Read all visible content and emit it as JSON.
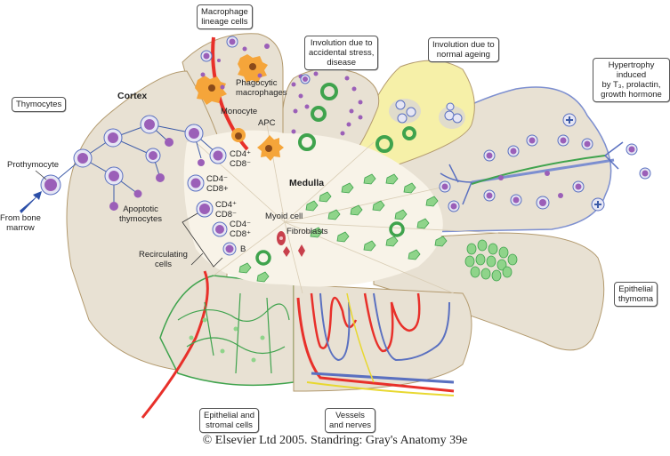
{
  "figure": {
    "caption": "© Elsevier Ltd 2005. Standring: Gray's Anatomy 39e",
    "boxed_labels": {
      "macrophage_lineage": "Macrophage\nlineage cells",
      "thymocytes": "Thymocytes",
      "involution_stress": "Involution due to\naccidental stress,\ndisease",
      "involution_ageing": "Involution due to\nnormal ageing",
      "hypertrophy": "Hypertrophy induced\nby T₃, prolactin,\ngrowth hormone",
      "epithelial_thymoma": "Epithelial\nthymoma",
      "epithelial_stromal": "Epithelial and\nstromal cells",
      "vessels_nerves": "Vessels\nand nerves"
    },
    "region_labels": {
      "cortex": "Cortex",
      "medulla": "Medulla"
    },
    "cell_labels": {
      "prothymocyte": "Prothymocyte",
      "from_bone_marrow": "From bone\nmarrow",
      "apoptotic_thymocytes": "Apoptotic\nthymocytes",
      "phagocytic_macrophages": "Phagocytic\nmacrophages",
      "monocyte": "Monocyte",
      "apc": "APC",
      "cd4p_cd8m_1": "CD4⁺\nCD8⁻",
      "cd4m_cd8p_1": "CD4⁻\nCD8+",
      "cd4p_cd8m_2": "CD4⁺\nCD8⁻",
      "cd4m_cd8p_2": "CD4⁻\nCD8⁺",
      "b_cell": "B",
      "recirculating_cells": "Recirculating\ncells",
      "myoid_cell": "Myoid cell",
      "fibroblasts": "Fibroblasts"
    },
    "colors": {
      "lobe_fill": "#e8e1d3",
      "lobe_outline": "#b39a6e",
      "medulla_fill": "#f8f3e8",
      "ageing_fill": "#f6f0a8",
      "thymocyte_ring": "#e6e6f4",
      "thymocyte_nucleus": "#9b5fb8",
      "link_line": "#3d5ba8",
      "epithelial_green": "#3fa34d",
      "epithelial_light": "#8fd48a",
      "artery_red": "#e8302a",
      "vein_blue": "#5a70c0",
      "nerve_yellow": "#e8d830",
      "macrophage_orange": "#f5a53a",
      "myoid_red": "#c8404c",
      "arrow_blue": "#2c4fa8"
    }
  }
}
